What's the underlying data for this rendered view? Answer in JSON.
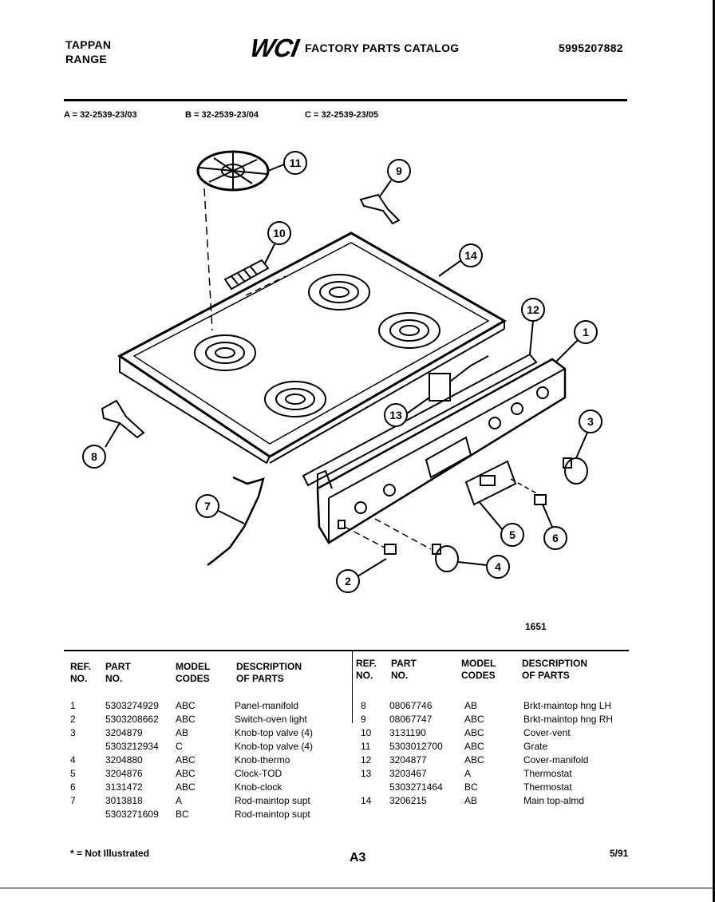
{
  "header": {
    "brand_line1": "TAPPAN",
    "brand_line2": "RANGE",
    "logo": "WCI",
    "catalog_title": "FACTORY PARTS CATALOG",
    "catalog_number": "5995207882"
  },
  "models": [
    "A = 32-2539-23/03",
    "B = 32-2539-23/04",
    "C = 32-2539-23/05"
  ],
  "diagram": {
    "figure_number": "1651",
    "callouts": [
      "1",
      "2",
      "3",
      "4",
      "5",
      "6",
      "7",
      "8",
      "9",
      "10",
      "11",
      "12",
      "13",
      "14"
    ]
  },
  "table_headers": {
    "ref_no": [
      "REF.",
      "NO."
    ],
    "part_no": [
      "PART",
      "NO."
    ],
    "model_codes": [
      "MODEL",
      "CODES"
    ],
    "description": [
      "DESCRIPTION",
      "OF PARTS"
    ]
  },
  "parts_left": [
    {
      "ref": "1",
      "part": "5303274929",
      "codes": "ABC",
      "desc": "Panel-manifold"
    },
    {
      "ref": "2",
      "part": "5303208662",
      "codes": "ABC",
      "desc": "Switch-oven light"
    },
    {
      "ref": "3",
      "part": "3204879",
      "codes": "AB",
      "desc": "Knob-top valve (4)"
    },
    {
      "ref": "",
      "part": "5303212934",
      "codes": "C",
      "desc": "Knob-top valve (4)"
    },
    {
      "ref": "4",
      "part": "3204880",
      "codes": "ABC",
      "desc": "Knob-thermo"
    },
    {
      "ref": "5",
      "part": "3204876",
      "codes": "ABC",
      "desc": "Clock-TOD"
    },
    {
      "ref": "6",
      "part": "3131472",
      "codes": "ABC",
      "desc": "Knob-clock"
    },
    {
      "ref": "7",
      "part": "3013818",
      "codes": "A",
      "desc": "Rod-maintop supt"
    },
    {
      "ref": "",
      "part": "5303271609",
      "codes": "BC",
      "desc": "Rod-maintop supt"
    }
  ],
  "parts_right": [
    {
      "ref": "8",
      "part": "08067746",
      "codes": "AB",
      "desc": "Brkt-maintop hng LH"
    },
    {
      "ref": "9",
      "part": "08067747",
      "codes": "ABC",
      "desc": "Brkt-maintop hng RH"
    },
    {
      "ref": "10",
      "part": "3131190",
      "codes": "ABC",
      "desc": "Cover-vent"
    },
    {
      "ref": "11",
      "part": "5303012700",
      "codes": "ABC",
      "desc": "Grate"
    },
    {
      "ref": "12",
      "part": "3204877",
      "codes": "ABC",
      "desc": "Cover-manifold"
    },
    {
      "ref": "13",
      "part": "3203467",
      "codes": "A",
      "desc": "Thermostat"
    },
    {
      "ref": "",
      "part": "5303271464",
      "codes": "BC",
      "desc": "Thermostat"
    },
    {
      "ref": "14",
      "part": "3206215",
      "codes": "AB",
      "desc": "Main top-almd"
    }
  ],
  "footer": {
    "note": "* = Not Illustrated",
    "page": "A3",
    "date": "5/91"
  }
}
